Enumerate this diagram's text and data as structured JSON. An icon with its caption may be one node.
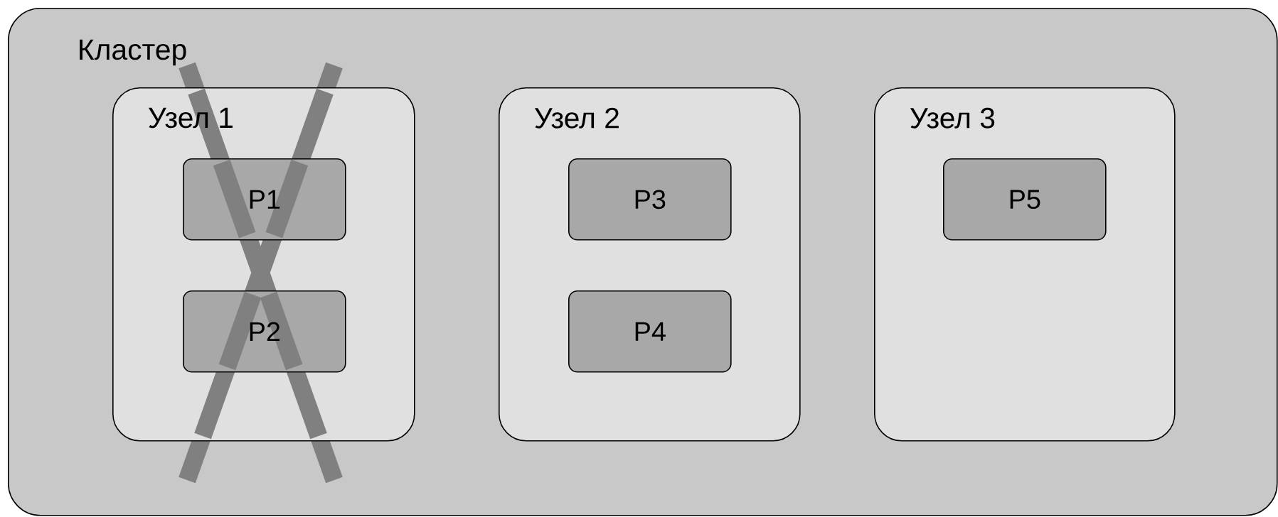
{
  "diagram": {
    "nodes": [
      {
        "text": [
          "Кластер"
        ]
      },
      {
        "text": [
          "Узел 1"
        ],
        "in": 0
      },
      {
        "text": [
          "P1"
        ],
        "in": 1
      },
      {
        "text": [
          "P2"
        ],
        "in": 1
      },
      {
        "text": [
          "Узел 2"
        ],
        "in": 0
      },
      {
        "text": [
          "P3"
        ],
        "in": 4
      },
      {
        "text": [
          "P4"
        ],
        "in": 4
      },
      {
        "text": [
          "Узел 3"
        ],
        "in": 0
      },
      {
        "text": [
          "P5"
        ],
        "in": 7
      }
    ]
  }
}
